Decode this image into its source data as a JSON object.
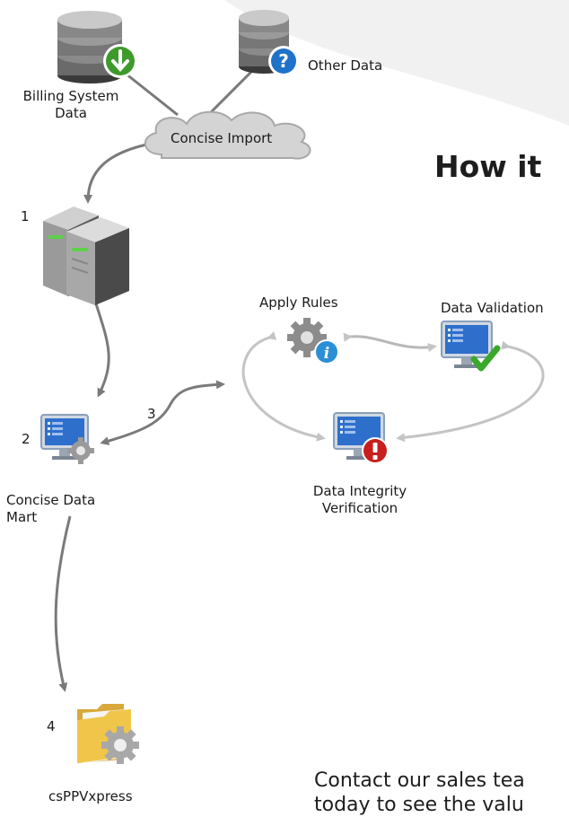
{
  "title": "How it",
  "contact_text": "Contact our sales tea",
  "contact_text_line2": "today to see the valu",
  "sources": {
    "billing_label_line1": "Billing System",
    "billing_label_line2": "Data",
    "other_label": "Other Data"
  },
  "cloud_label": "Concise Import",
  "steps": {
    "step1_number": "1",
    "step2_number": "2",
    "step3_number": "3",
    "step4_number": "4",
    "step2_label_line1": "Concise Data",
    "step2_label_line2": "Mart",
    "step4_label": "csPPVxpress"
  },
  "cycle": {
    "apply_rules": "Apply Rules",
    "data_validation": "Data Validation",
    "integrity_line1": "Data Integrity",
    "integrity_line2": "Verification"
  },
  "icons": {
    "billing": "database-download-icon",
    "other": "database-question-icon",
    "server": "server-icon",
    "datamart": "monitor-gear-icon",
    "rules": "gear-info-icon",
    "validation": "monitor-check-icon",
    "integrity": "monitor-error-icon",
    "output": "folder-gear-icon"
  },
  "colors": {
    "connector": "#7a7a7a",
    "cycle_connector": "#bdbdbd",
    "download_badge": "#3f9a2c",
    "question_badge": "#1e73c8",
    "error_badge": "#c81e1e",
    "info_badge": "#2b8fd6",
    "check": "#3aa82a",
    "folder": "#f0c64a"
  }
}
